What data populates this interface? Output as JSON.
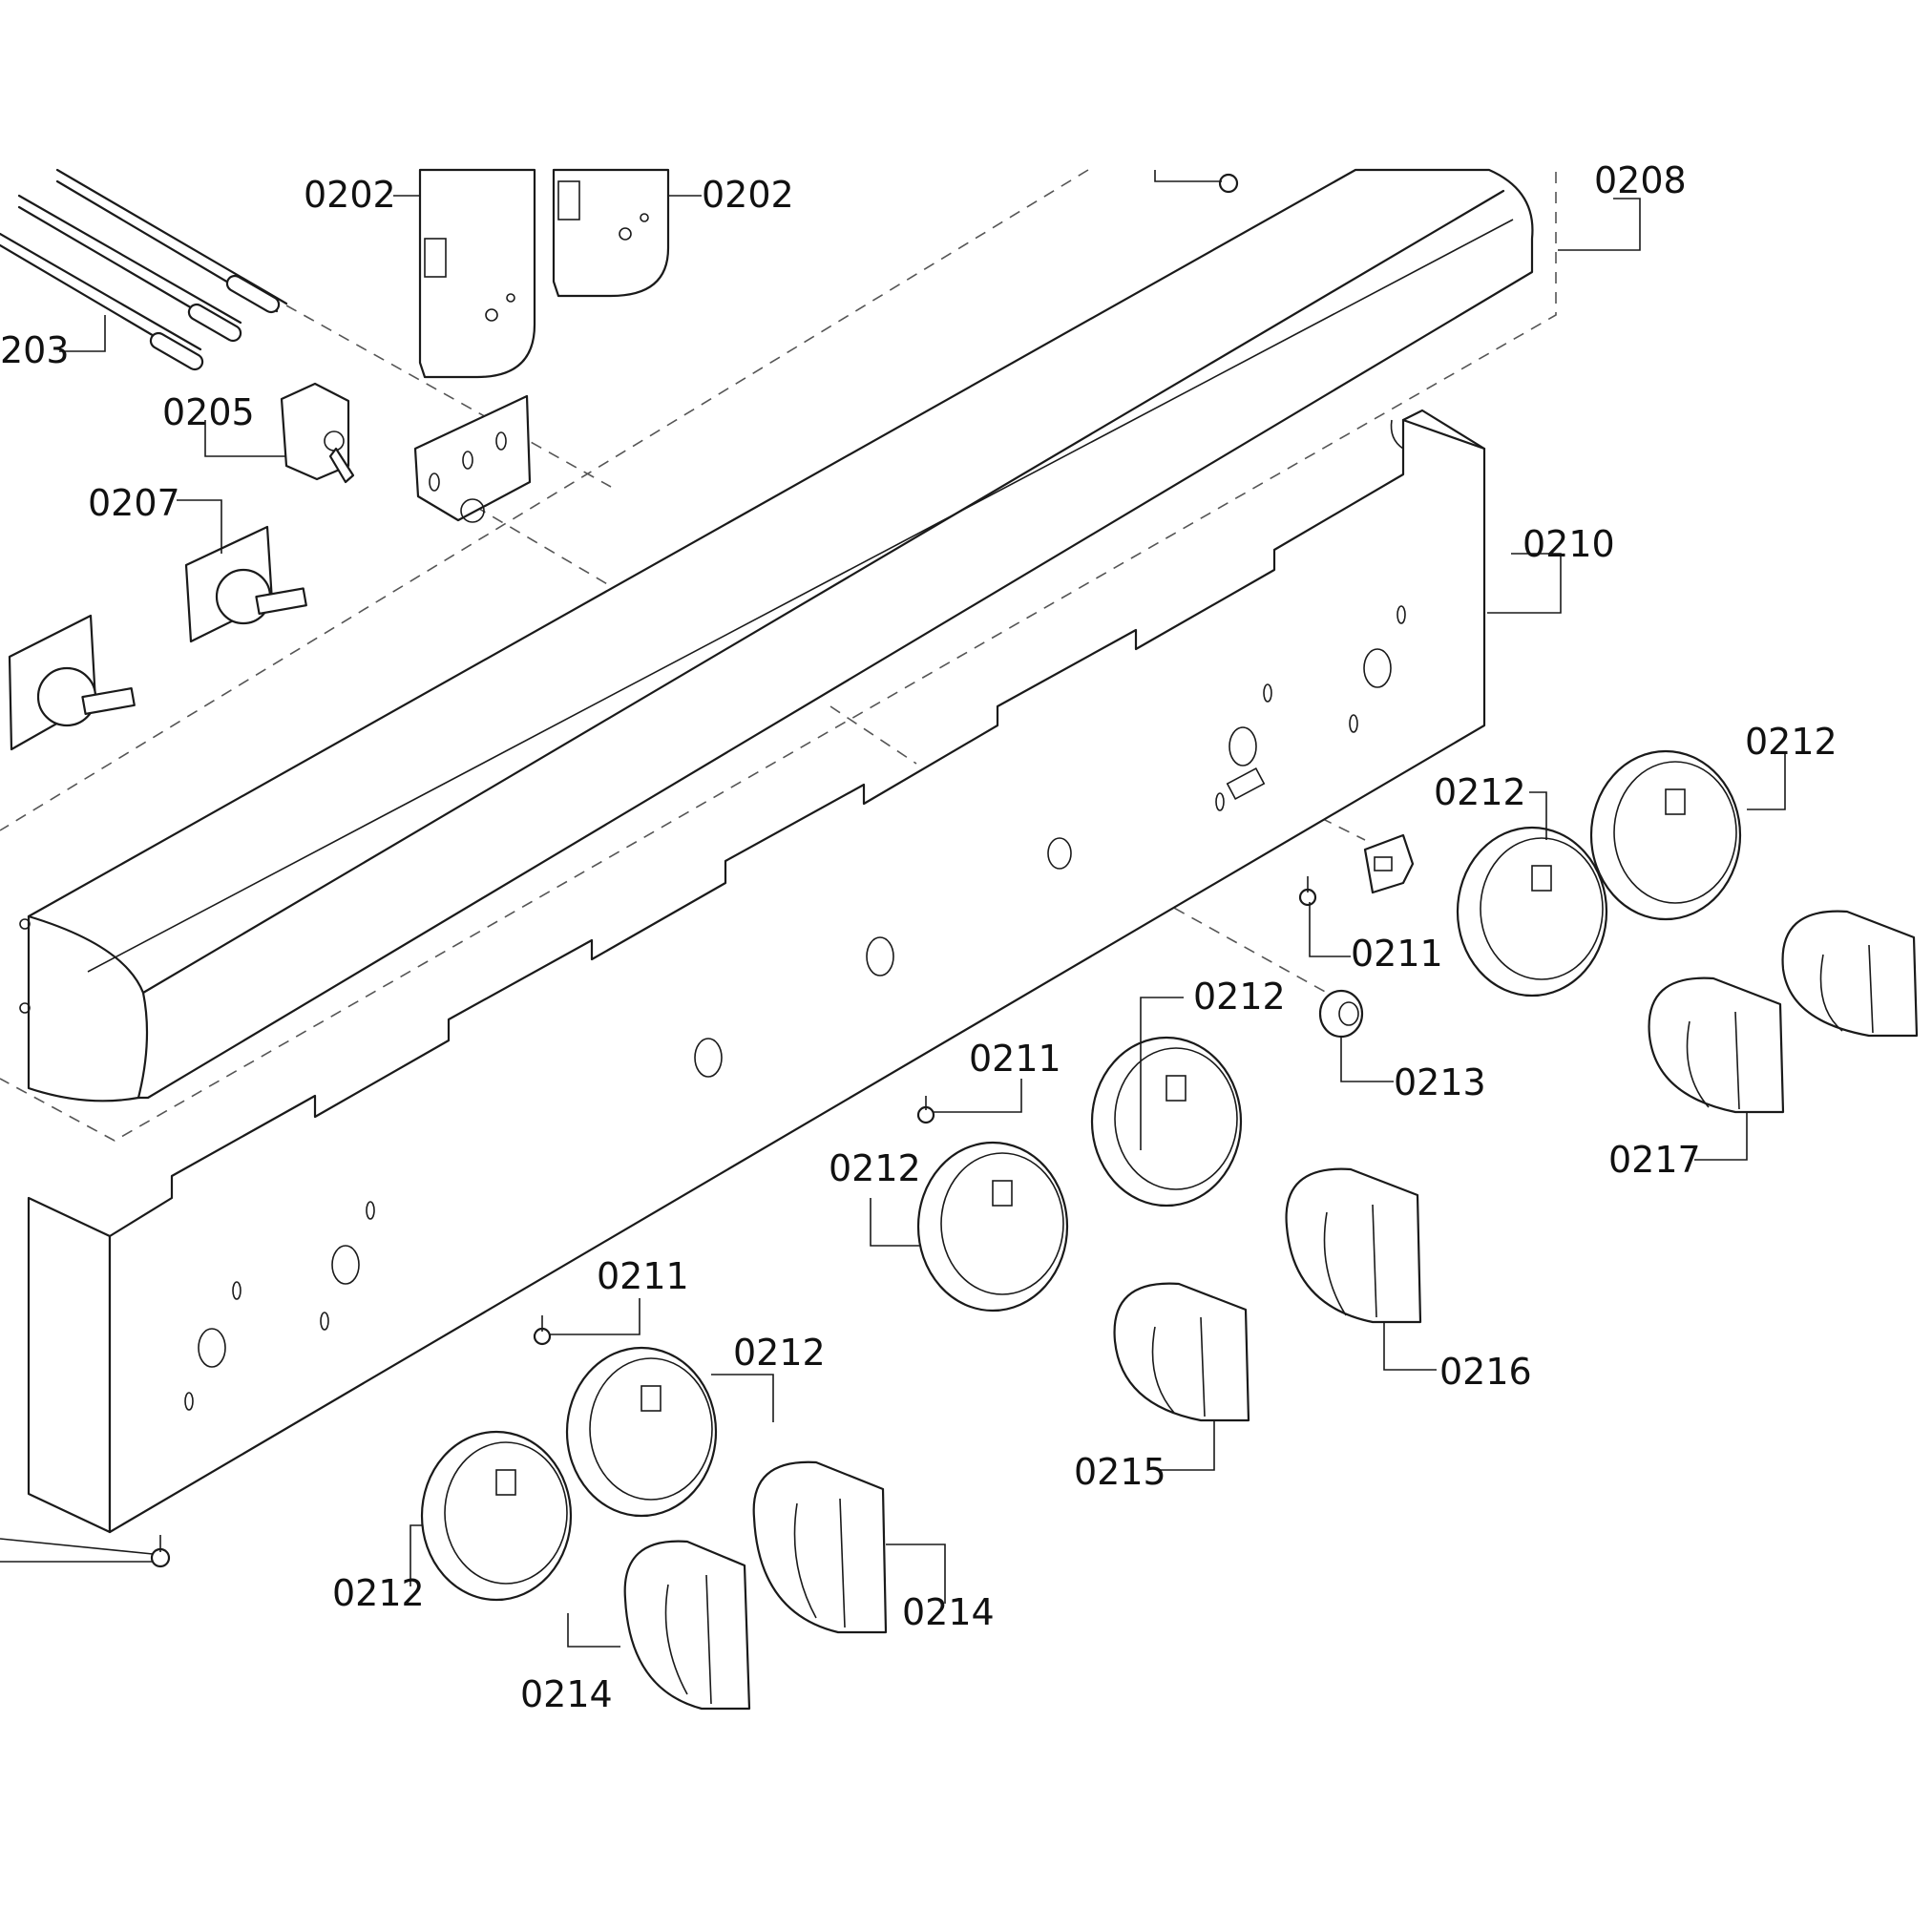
{
  "callouts": {
    "c0202a": "0202",
    "c0202b": "0202",
    "c0203": "203",
    "c0205": "0205",
    "c0207": "0207",
    "c0208": "0208",
    "c0210": "0210",
    "c0211a": "0211",
    "c0211b": "0211",
    "c0211c": "0211",
    "c0212a": "0212",
    "c0212b": "0212",
    "c0212c": "0212",
    "c0212d": "0212",
    "c0212e": "0212",
    "c0212f": "0212",
    "c0213": "0213",
    "c0214a": "0214",
    "c0214b": "0214",
    "c0215": "0215",
    "c0216": "0216",
    "c0217": "0217"
  },
  "colors": {
    "ink": "#1a1a1a",
    "background": "#ffffff"
  }
}
